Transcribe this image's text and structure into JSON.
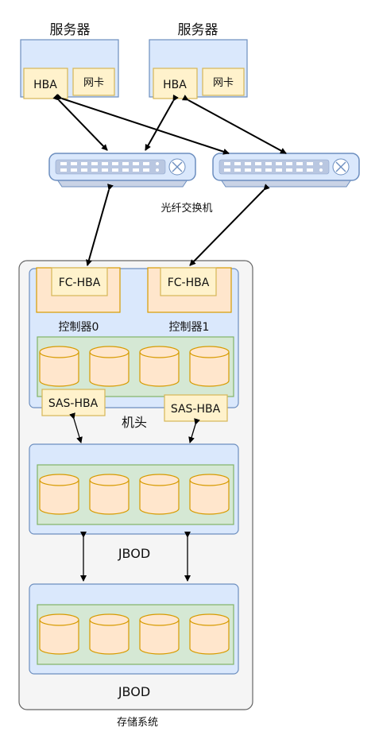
{
  "servers": [
    {
      "title": "服务器",
      "hba": "HBA",
      "nic": "网卡"
    },
    {
      "title": "服务器",
      "hba": "HBA",
      "nic": "网卡"
    }
  ],
  "switch_label": "光纤交换机",
  "storage": {
    "label": "存储系统",
    "head": {
      "label": "机头",
      "controllers": [
        {
          "port": "FC-HBA",
          "label": "控制器0"
        },
        {
          "port": "FC-HBA",
          "label": "控制器1"
        }
      ],
      "sas_ports": [
        "SAS-HBA",
        "SAS-HBA"
      ]
    },
    "jbods": [
      {
        "label": "JBOD"
      },
      {
        "label": "JBOD"
      }
    ]
  },
  "colors": {
    "blue_fill": "#dae8fc",
    "blue_stroke": "#6c8ebf",
    "yellow_fill": "#fff2cc",
    "yellow_stroke": "#d6b656",
    "green_fill": "#d5e8d4",
    "green_stroke": "#82b366",
    "orange_fill": "#ffe6cc",
    "orange_stroke": "#d79b00",
    "gray_fill": "#f5f5f5",
    "gray_stroke": "#666666"
  }
}
